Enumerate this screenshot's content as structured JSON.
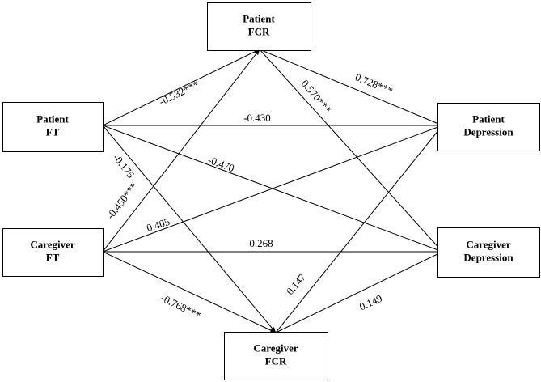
{
  "nodes": [
    {
      "id": "pfcr",
      "lines": [
        "Patient",
        "FCR"
      ]
    },
    {
      "id": "pft",
      "lines": [
        "Patient",
        "FT"
      ]
    },
    {
      "id": "cft",
      "lines": [
        "Caregiver",
        "FT"
      ]
    },
    {
      "id": "cfcr",
      "lines": [
        "Caregiver",
        "FCR"
      ]
    },
    {
      "id": "pdep",
      "lines": [
        "Patient",
        "Depression"
      ]
    },
    {
      "id": "cdep",
      "lines": [
        "Caregiver",
        "Depression"
      ]
    }
  ],
  "edges": [
    {
      "from": "pft",
      "to": "pfcr",
      "label": "-0.532***"
    },
    {
      "from": "pft",
      "to": "pdep",
      "label": "-0.430"
    },
    {
      "from": "pft",
      "to": "cdep",
      "label": "-0.470"
    },
    {
      "from": "pft",
      "to": "cfcr",
      "label": "-0.175"
    },
    {
      "from": "cft",
      "to": "pfcr",
      "label": "-0.450***"
    },
    {
      "from": "cft",
      "to": "pdep",
      "label": "0.405"
    },
    {
      "from": "cft",
      "to": "cdep",
      "label": "0.268"
    },
    {
      "from": "cft",
      "to": "cfcr",
      "label": "-0.768***"
    },
    {
      "from": "pfcr",
      "to": "pdep",
      "label": "0.728***"
    },
    {
      "from": "pfcr",
      "to": "cdep",
      "label": "0.570***"
    },
    {
      "from": "cfcr",
      "to": "pdep",
      "label": "0.147"
    },
    {
      "from": "cfcr",
      "to": "cdep",
      "label": "0.149"
    }
  ]
}
